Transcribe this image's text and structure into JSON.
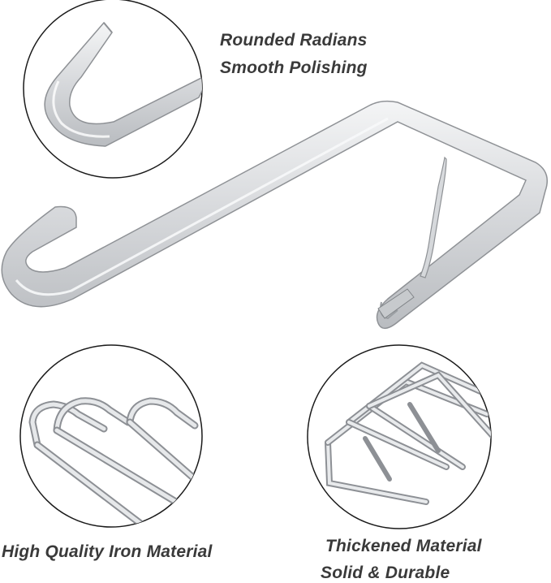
{
  "background": "#ffffff",
  "metal_color": "#d9dbde",
  "captions": {
    "top_line_1": "Rounded Radians",
    "top_line_2": "Smooth Polishing",
    "bottom_left": "High Quality Iron Material",
    "bottom_right_line_1": "Thickened Material",
    "bottom_right_line_2": "Solid & Durable"
  }
}
